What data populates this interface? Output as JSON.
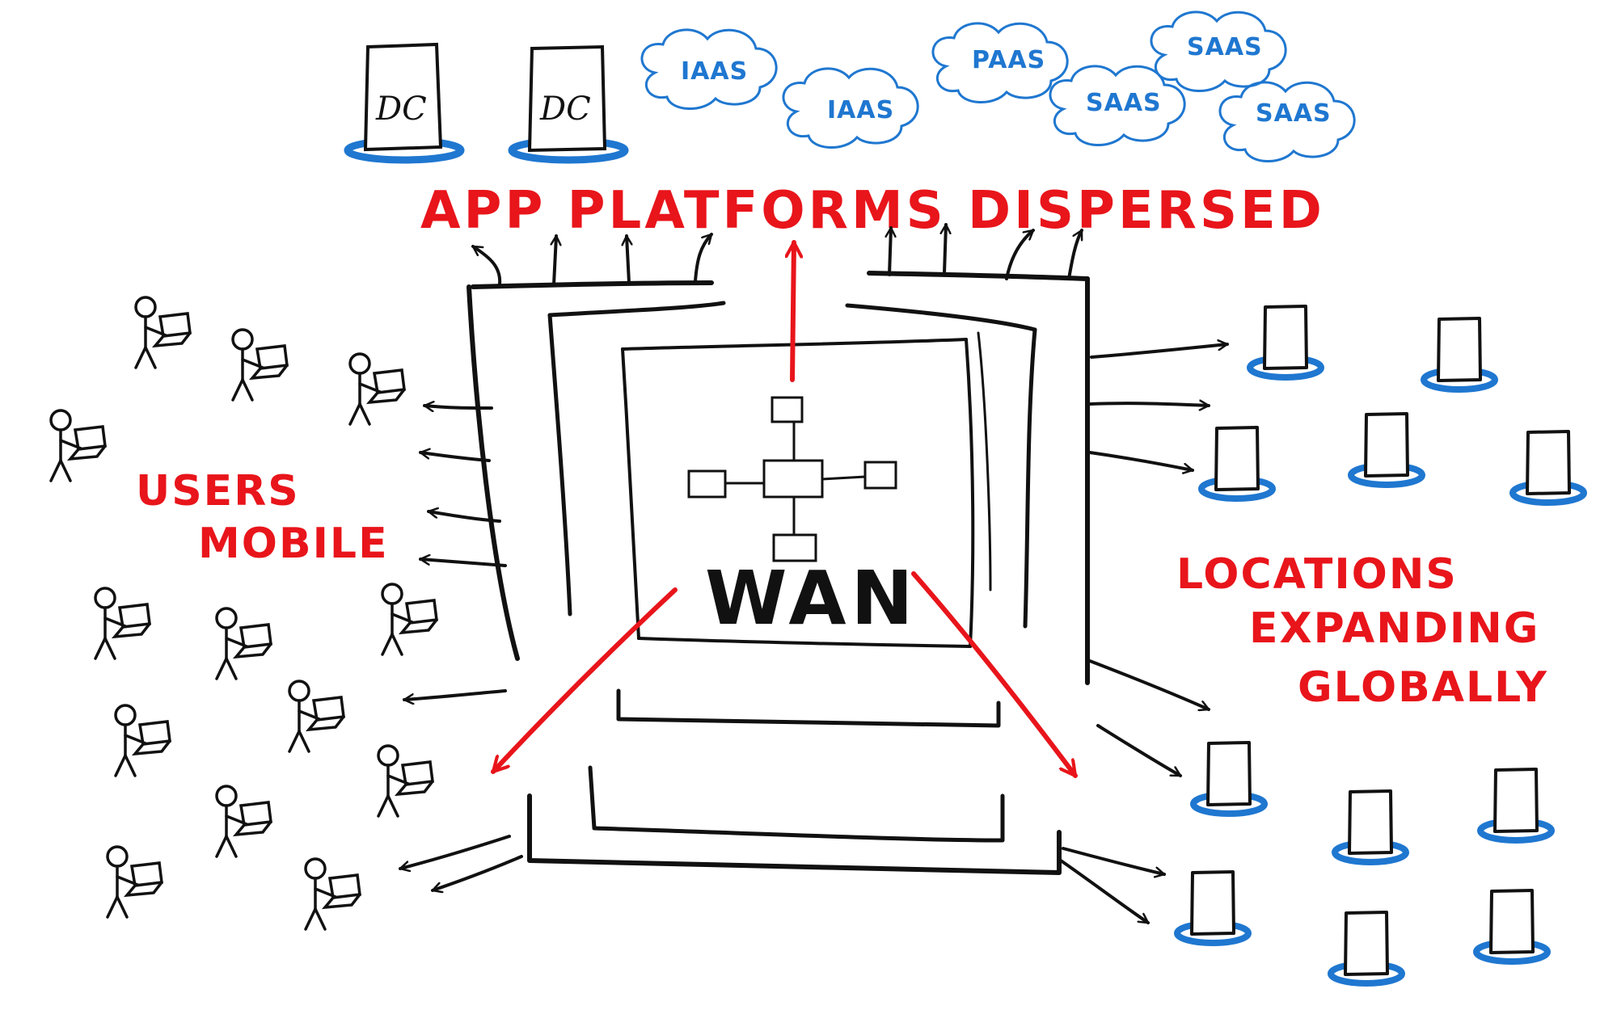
{
  "labels": {
    "app_platforms": "APP PLATFORMS DISPERSED",
    "users_line1": "USERS",
    "users_line2": "MOBILE",
    "locations_line1": "LOCATIONS",
    "locations_line2": "EXPANDING",
    "locations_line3": "GLOBALLY",
    "wan": "WAN"
  },
  "datacenters": [
    "DC",
    "DC"
  ],
  "clouds": [
    "IAAS",
    "IAAS",
    "PAAS",
    "SAAS",
    "SAAS",
    "SAAS"
  ],
  "colors": {
    "ink": "#111111",
    "accent_red": "#e8151b",
    "cloud_blue": "#1f77d0"
  },
  "icons": {
    "user": "stick-figure-with-laptop-icon",
    "location": "building-on-blue-base-icon",
    "network": "network-topology-icon"
  }
}
